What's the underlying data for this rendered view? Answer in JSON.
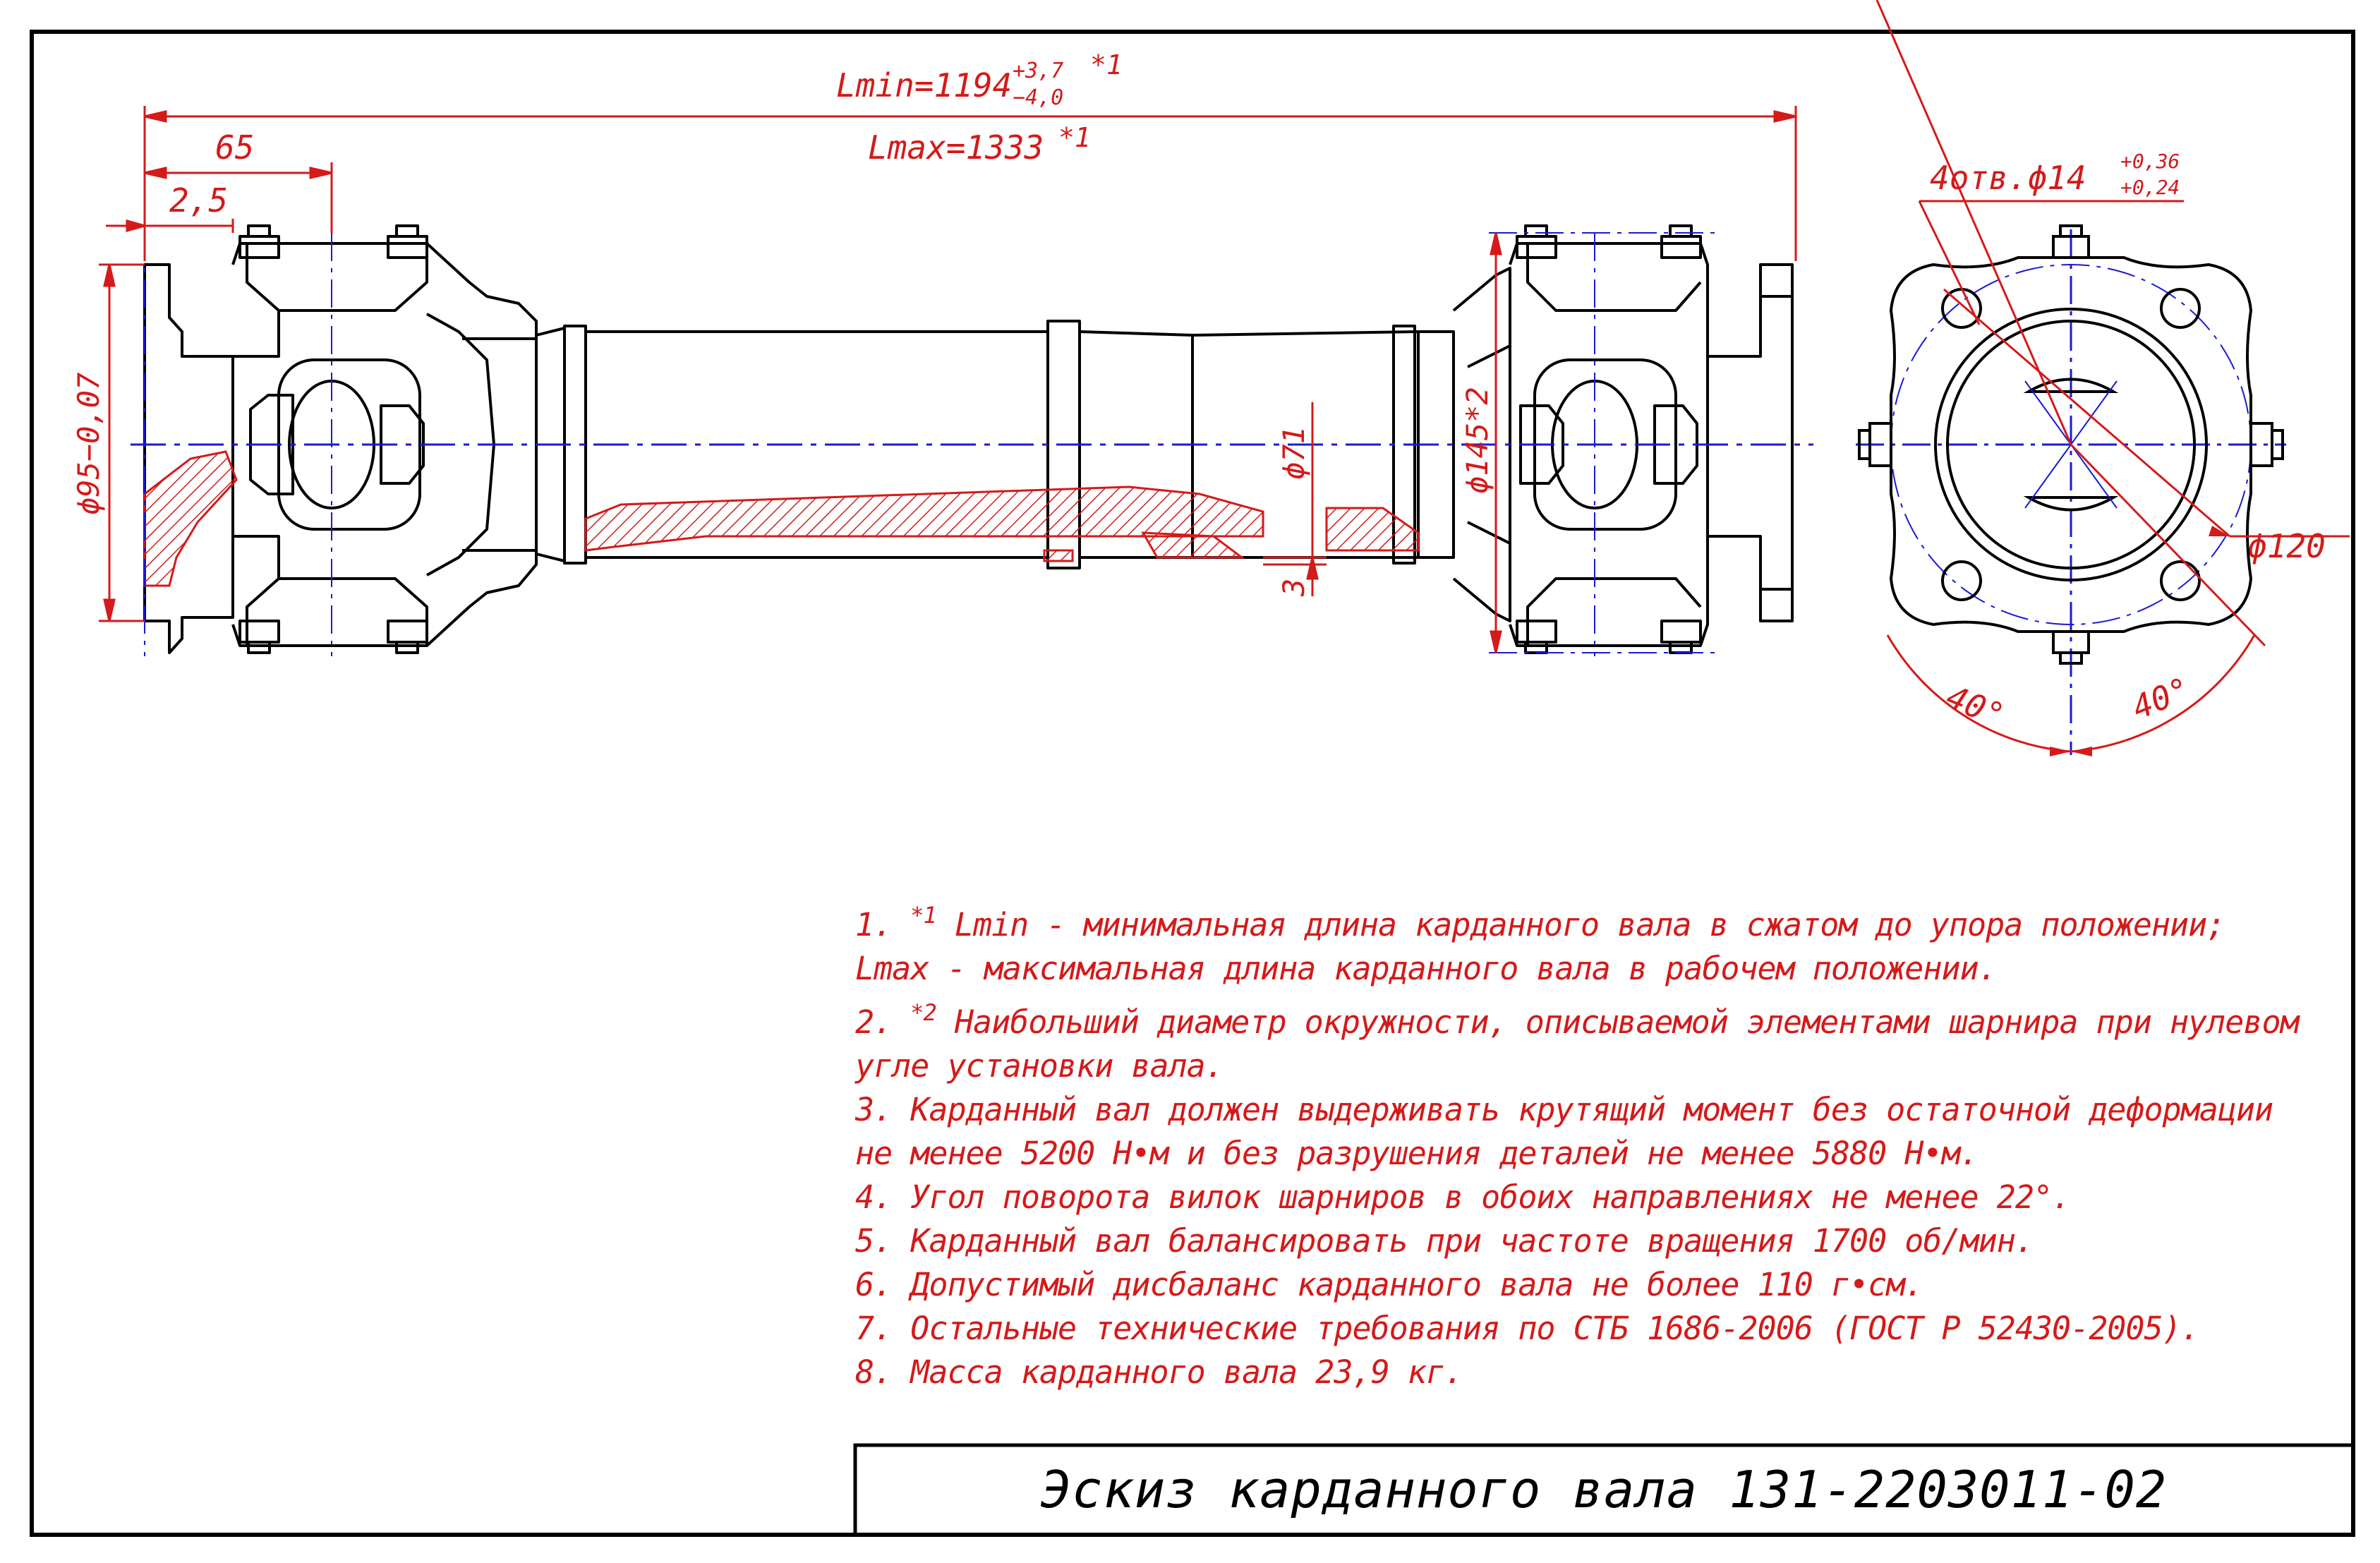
{
  "drawing": {
    "title": "Эскиз карданного вала 131-2203011-02",
    "colors": {
      "outline": "#000000",
      "dimension": "#d41a1a",
      "axis": "#1a1ad4",
      "hatch": "#d41a1a"
    },
    "dimensions": {
      "lmin": "Lmin=1194",
      "lmin_tol_upper": "+3,7",
      "lmin_tol_lower": "−4,0",
      "lmin_ref": "*1",
      "lmax": "Lmax=1333",
      "lmax_ref": "*1",
      "d65": "65",
      "d25": "2,5",
      "d95": "ϕ95−0,07",
      "d71": "ϕ71",
      "d3": "3",
      "d145": "ϕ145*2",
      "holes": "4отв.ϕ14",
      "holes_tol_upper": "+0,36",
      "holes_tol_lower": "+0,24",
      "d120": "ϕ120",
      "angle_left": "40°",
      "angle_right": "40°"
    },
    "notes": [
      {
        "num": "1.",
        "sup": "*1",
        "text": "Lmin - минимальная длина карданного вала в сжатом до упора положении;"
      },
      {
        "num": "",
        "sup": "",
        "text": "Lmax - максимальная длина карданного вала в рабочем положении."
      },
      {
        "num": "2.",
        "sup": "*2",
        "text": "Наибольший диаметр окружности, описываемой элементами шарнира при нулевом"
      },
      {
        "num": "",
        "sup": "",
        "text": "угле установки вала."
      },
      {
        "num": "3.",
        "sup": "",
        "text": "Карданный вал должен выдерживать крутящий момент без остаточной деформации"
      },
      {
        "num": "",
        "sup": "",
        "text": "не менее 5200 Н•м и без разрушения деталей не менее 5880 Н•м."
      },
      {
        "num": "4.",
        "sup": "",
        "text": "Угол поворота вилок шарниров в обоих направлениях не менее 22°."
      },
      {
        "num": "5.",
        "sup": "",
        "text": "Карданный вал балансировать при частоте вращения 1700 об/мин."
      },
      {
        "num": "6.",
        "sup": "",
        "text": "Допустимый дисбаланс карданного вала не более 110 г•см."
      },
      {
        "num": "7.",
        "sup": "",
        "text": "Остальные технические требования по СТБ 1686-2006 (ГОСТ Р 52430-2005)."
      },
      {
        "num": "8.",
        "sup": "",
        "text": "Масса карданного вала 23,9 кг."
      }
    ]
  }
}
